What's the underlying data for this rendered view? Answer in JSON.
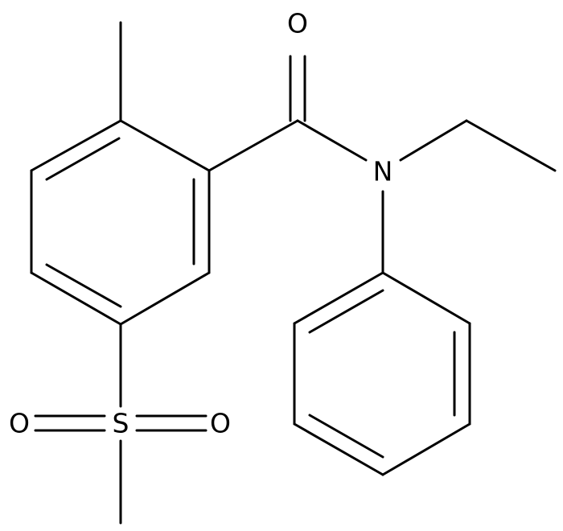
{
  "atoms": {
    "carbonyl_oxygen": "O",
    "amide_nitrogen": "N",
    "sulfur": "S",
    "sulfonyl_oxygen_left": "O",
    "sulfonyl_oxygen_right": "O"
  },
  "colors": {
    "bond": "#000000",
    "label": "#000000",
    "background": "#ffffff"
  }
}
